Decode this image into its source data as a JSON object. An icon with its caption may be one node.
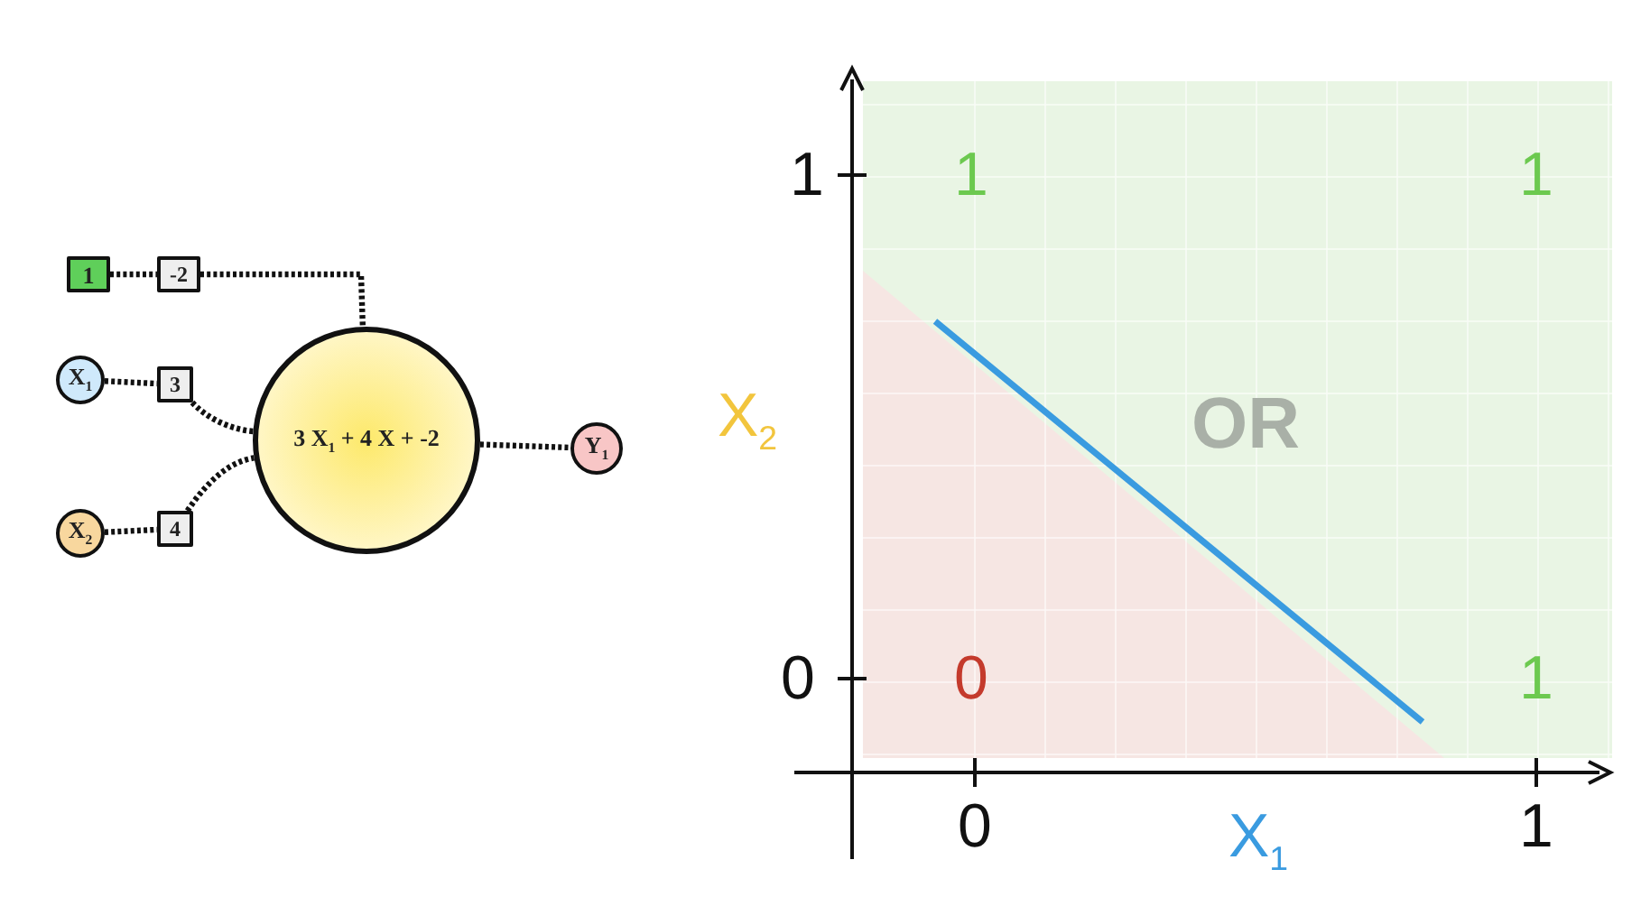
{
  "diagram": {
    "nodes": [
      {
        "text": [
          "1"
        ]
      },
      {
        "text": [
          "-2"
        ]
      },
      {
        "text": [
          "X$_{1}$"
        ]
      },
      {
        "text": [
          "3"
        ]
      },
      {
        "text": [
          "X$_{2}$"
        ]
      },
      {
        "text": [
          "4"
        ]
      },
      {
        "text": [
          "3 X$_{1}$ + 4 X + -2"
        ]
      },
      {
        "text": [
          "Y$_{1}$"
        ]
      }
    ],
    "edges": [
      {
        "from": 0,
        "to": 1,
        "arrow": "none"
      },
      {
        "from": 1,
        "to": 6,
        "arrow": "none"
      },
      {
        "from": 2,
        "to": 3,
        "arrow": "none"
      },
      {
        "from": 3,
        "to": 6,
        "arrow": "none"
      },
      {
        "from": 4,
        "to": 5,
        "arrow": "none"
      },
      {
        "from": 5,
        "to": 6,
        "arrow": "none"
      },
      {
        "from": 6,
        "to": 7,
        "arrow": "none"
      }
    ],
    "labels": [
      "1",
      "1",
      "1",
      "X$_{2}$",
      "OR",
      "0",
      "0",
      "1",
      "0",
      "X$_{1}$",
      "1"
    ]
  }
}
